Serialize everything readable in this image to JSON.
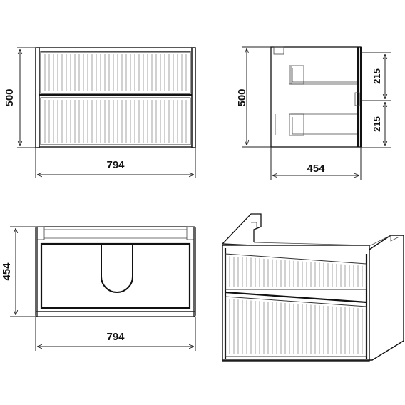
{
  "views": {
    "front": {
      "width_label": "794",
      "height_label": "500"
    },
    "side": {
      "depth_label": "454",
      "height_label": "500",
      "drawer_top_label": "215",
      "drawer_bottom_label": "215"
    },
    "top": {
      "width_label": "794",
      "depth_label": "454"
    },
    "iso": {}
  }
}
